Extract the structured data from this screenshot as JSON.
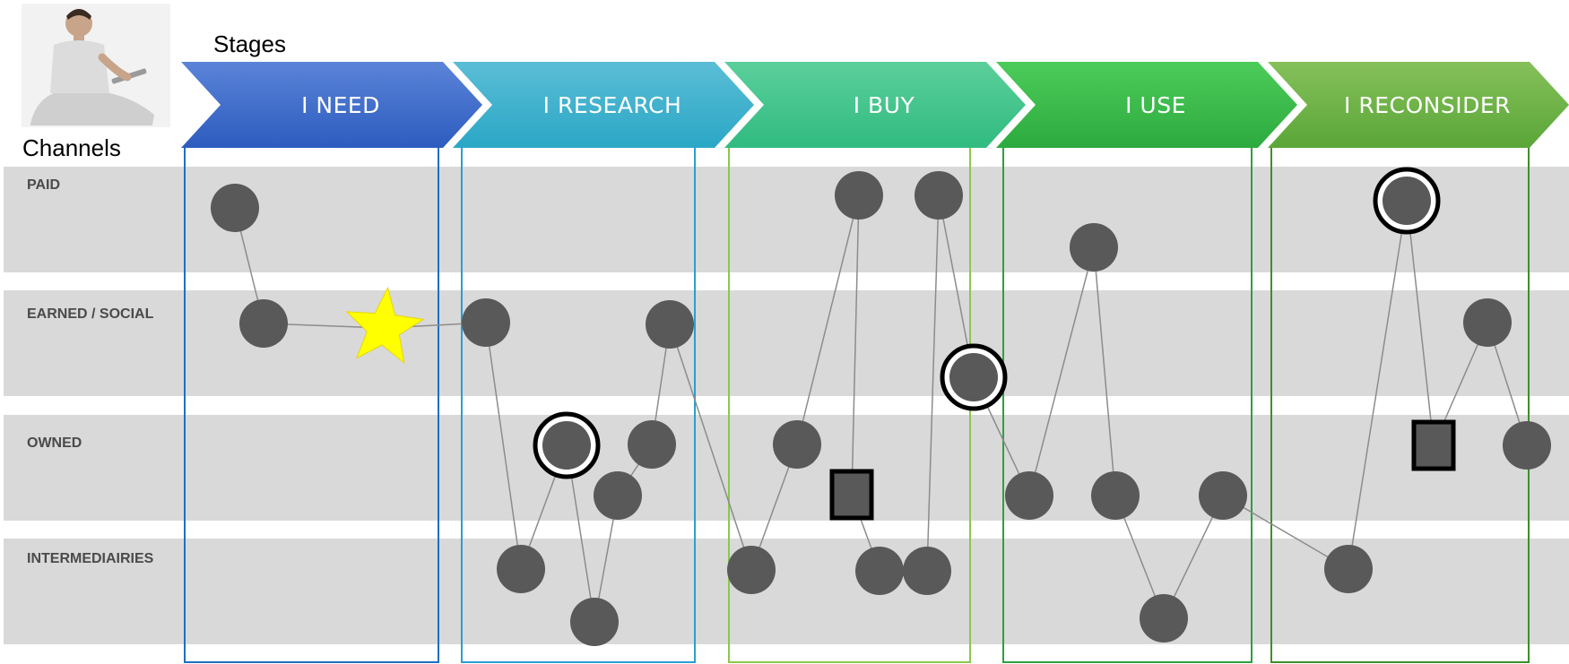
{
  "header": {
    "stages_label": "Stages",
    "channels_label": "Channels"
  },
  "avatar": "person-sitting-with-tablet",
  "stages": [
    {
      "label": "I NEED",
      "color_top": "#5b84d8",
      "color_bottom": "#2d5cbf",
      "box_color": "#1f6fc0"
    },
    {
      "label": "I RESEARCH",
      "color_top": "#5bbdd6",
      "color_bottom": "#2aa7c6",
      "box_color": "#2a9fd0"
    },
    {
      "label": "I BUY",
      "color_top": "#5ccf9b",
      "color_bottom": "#30bb80",
      "box_color": "#8cc84b"
    },
    {
      "label": "I USE",
      "color_top": "#4ccc5a",
      "color_bottom": "#2daa3e",
      "box_color": "#2e9f3e"
    },
    {
      "label": "I RECONSIDER",
      "color_top": "#86c05a",
      "color_bottom": "#5aa638",
      "box_color": "#3d8f2a"
    }
  ],
  "channels": [
    {
      "label": "PAID"
    },
    {
      "label": "EARNED / SOCIAL"
    },
    {
      "label": "OWNED"
    },
    {
      "label": "INTERMEDIAIRIES"
    }
  ],
  "colors": {
    "band": "#d9d9d9",
    "node": "#595959",
    "connector": "#8c8c8c",
    "highlight_ring": "#000000",
    "star": "#ffff00"
  },
  "touchpoints": [
    {
      "id": "n1",
      "stage": 1,
      "channel": "PAID",
      "shape": "circle"
    },
    {
      "id": "n2",
      "stage": 1,
      "channel": "EARNED / SOCIAL",
      "shape": "circle"
    },
    {
      "id": "n3",
      "stage": 1,
      "channel": "EARNED / SOCIAL",
      "shape": "star"
    },
    {
      "id": "n4",
      "stage": 2,
      "channel": "EARNED / SOCIAL",
      "shape": "circle"
    },
    {
      "id": "n5",
      "stage": 2,
      "channel": "INTERMEDIAIRIES",
      "shape": "circle"
    },
    {
      "id": "n6",
      "stage": 2,
      "channel": "OWNED",
      "shape": "ringed-circle"
    },
    {
      "id": "n7",
      "stage": 2,
      "channel": "INTERMEDIAIRIES",
      "shape": "circle"
    },
    {
      "id": "n8",
      "stage": 2,
      "channel": "OWNED",
      "shape": "circle"
    },
    {
      "id": "n9",
      "stage": 2,
      "channel": "OWNED",
      "shape": "circle"
    },
    {
      "id": "n10",
      "stage": 2,
      "channel": "EARNED / SOCIAL",
      "shape": "circle"
    },
    {
      "id": "n11",
      "stage": 3,
      "channel": "INTERMEDIAIRIES",
      "shape": "circle"
    },
    {
      "id": "n12",
      "stage": 3,
      "channel": "OWNED",
      "shape": "circle"
    },
    {
      "id": "n13",
      "stage": 3,
      "channel": "PAID",
      "shape": "circle"
    },
    {
      "id": "n14",
      "stage": 3,
      "channel": "OWNED",
      "shape": "square"
    },
    {
      "id": "n15",
      "stage": 3,
      "channel": "INTERMEDIAIRIES",
      "shape": "circle"
    },
    {
      "id": "n16",
      "stage": 3,
      "channel": "INTERMEDIAIRIES",
      "shape": "circle"
    },
    {
      "id": "n17",
      "stage": 3,
      "channel": "PAID",
      "shape": "circle"
    },
    {
      "id": "n18",
      "stage": 3,
      "channel": "EARNED / SOCIAL",
      "shape": "ringed-circle"
    },
    {
      "id": "n19",
      "stage": 4,
      "channel": "OWNED",
      "shape": "circle"
    },
    {
      "id": "n20",
      "stage": 4,
      "channel": "PAID",
      "shape": "circle"
    },
    {
      "id": "n21",
      "stage": 4,
      "channel": "OWNED",
      "shape": "circle"
    },
    {
      "id": "n22",
      "stage": 4,
      "channel": "INTERMEDIAIRIES",
      "shape": "circle"
    },
    {
      "id": "n23",
      "stage": 4,
      "channel": "OWNED",
      "shape": "circle"
    },
    {
      "id": "n24",
      "stage": 5,
      "channel": "INTERMEDIAIRIES",
      "shape": "circle"
    },
    {
      "id": "n25",
      "stage": 5,
      "channel": "PAID",
      "shape": "ringed-circle"
    },
    {
      "id": "n26",
      "stage": 5,
      "channel": "OWNED",
      "shape": "square"
    },
    {
      "id": "n27",
      "stage": 5,
      "channel": "EARNED / SOCIAL",
      "shape": "circle"
    },
    {
      "id": "n28",
      "stage": 5,
      "channel": "OWNED",
      "shape": "circle"
    }
  ],
  "connections": [
    [
      "n1",
      "n2"
    ],
    [
      "n2",
      "n3"
    ],
    [
      "n3",
      "n4"
    ],
    [
      "n4",
      "n5"
    ],
    [
      "n5",
      "n6"
    ],
    [
      "n6",
      "n7"
    ],
    [
      "n7",
      "n8"
    ],
    [
      "n8",
      "n9"
    ],
    [
      "n9",
      "n10"
    ],
    [
      "n10",
      "n11"
    ],
    [
      "n11",
      "n12"
    ],
    [
      "n12",
      "n13"
    ],
    [
      "n13",
      "n14"
    ],
    [
      "n14",
      "n15"
    ],
    [
      "n16",
      "n17"
    ],
    [
      "n17",
      "n18"
    ],
    [
      "n18",
      "n19"
    ],
    [
      "n19",
      "n20"
    ],
    [
      "n20",
      "n21"
    ],
    [
      "n21",
      "n22"
    ],
    [
      "n22",
      "n23"
    ],
    [
      "n23",
      "n24"
    ],
    [
      "n24",
      "n25"
    ],
    [
      "n25",
      "n26"
    ],
    [
      "n26",
      "n27"
    ],
    [
      "n27",
      "n28"
    ]
  ]
}
